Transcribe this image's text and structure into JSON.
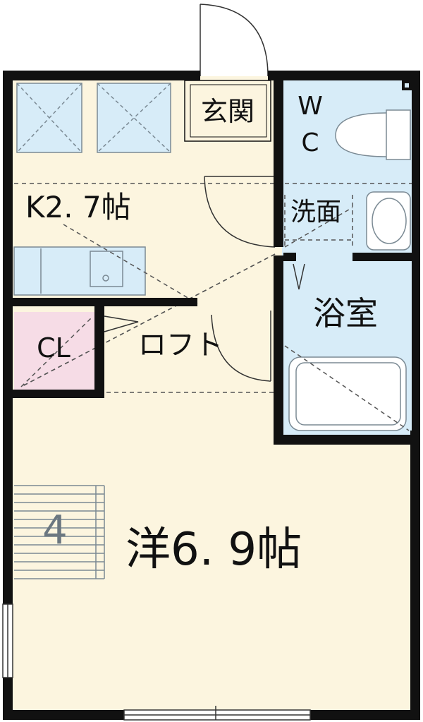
{
  "rooms": {
    "entrance": "玄関",
    "wc_line1": "W",
    "wc_line2": "C",
    "kitchen": "K2. 7帖",
    "washroom": "洗面",
    "bath": "浴室",
    "closet": "CL",
    "loft": "ロフト",
    "western": "洋6. 9帖",
    "stair_marker": "4"
  },
  "colors": {
    "wall": "#111111",
    "floor": "#fcf5df",
    "wet_area": "#d7ecf8",
    "closet": "#f6dce6",
    "fixture_line": "#7b8a94",
    "outside": "#ffffff"
  }
}
